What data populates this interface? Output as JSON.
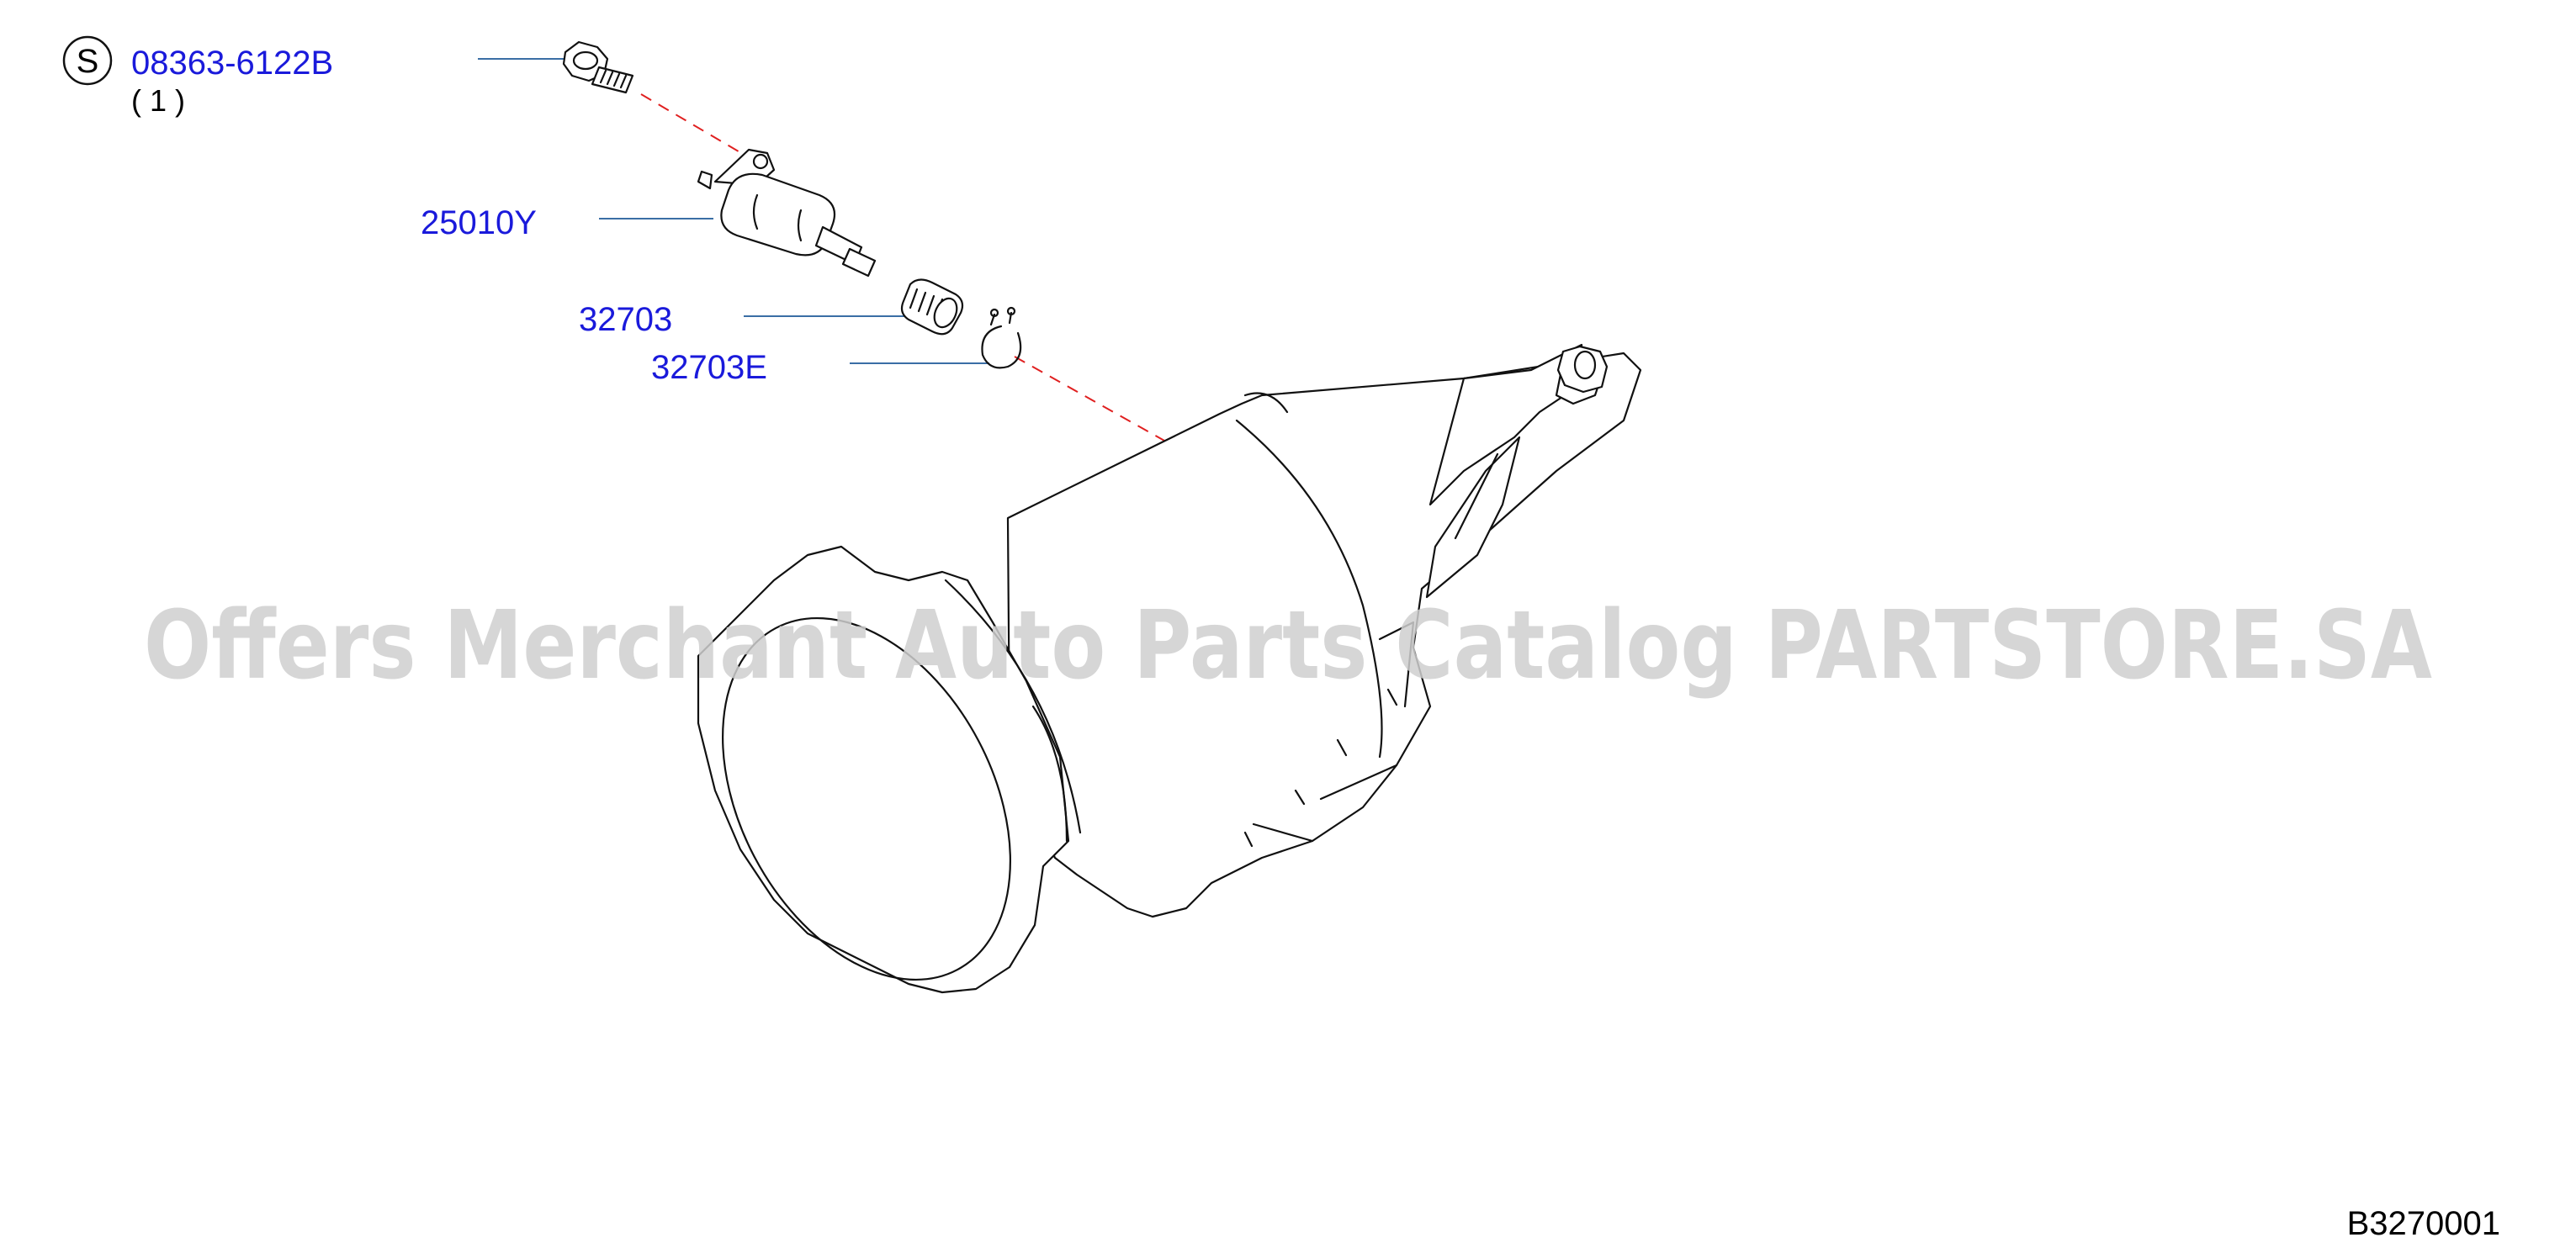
{
  "callouts": {
    "bolt": {
      "symbol": "S",
      "part_number": "08363-6122B",
      "quantity": "( 1   )"
    },
    "speed_sensor": {
      "part_number": "25010Y"
    },
    "pinion_gear": {
      "part_number": "32703"
    },
    "snap_ring": {
      "part_number": "32703E"
    }
  },
  "watermark": "Offers Merchant Auto Parts Catalog PARTSTORE.SA",
  "diagram_code": "B3270001",
  "colors": {
    "callout_text": "#1a1adb",
    "leader_line": "#3a6ea5",
    "dashed_axis": "#e02020",
    "watermark": "#cfcfcf"
  }
}
